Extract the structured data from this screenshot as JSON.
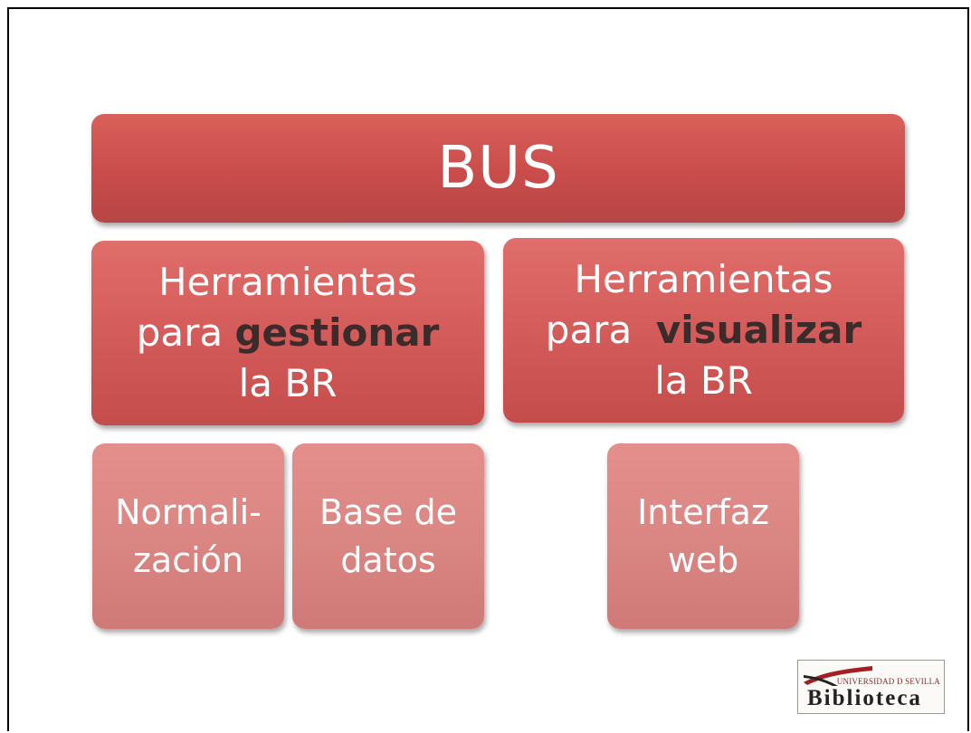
{
  "bus": {
    "label": "BUS"
  },
  "tools": [
    {
      "line1": "Herramientas",
      "line2_pre": "para ",
      "line2_strong": "gestionar",
      "line3": "la BR"
    },
    {
      "line1": "Herramientas",
      "line2_pre": "para  ",
      "line2_strong": "visualizar",
      "line3": "la BR"
    }
  ],
  "components": [
    {
      "line1": "Normali-",
      "line2": "zación"
    },
    {
      "line1": "Base de",
      "line2": "datos"
    },
    {
      "line1": "Interfaz",
      "line2": "web"
    }
  ],
  "logo": {
    "university": "UNIVERSIDAD D SEVILLA",
    "name": "Biblioteca"
  },
  "colors": {
    "bus": "#c94c4a",
    "tools": "#d25a58",
    "components": "#d98582"
  }
}
